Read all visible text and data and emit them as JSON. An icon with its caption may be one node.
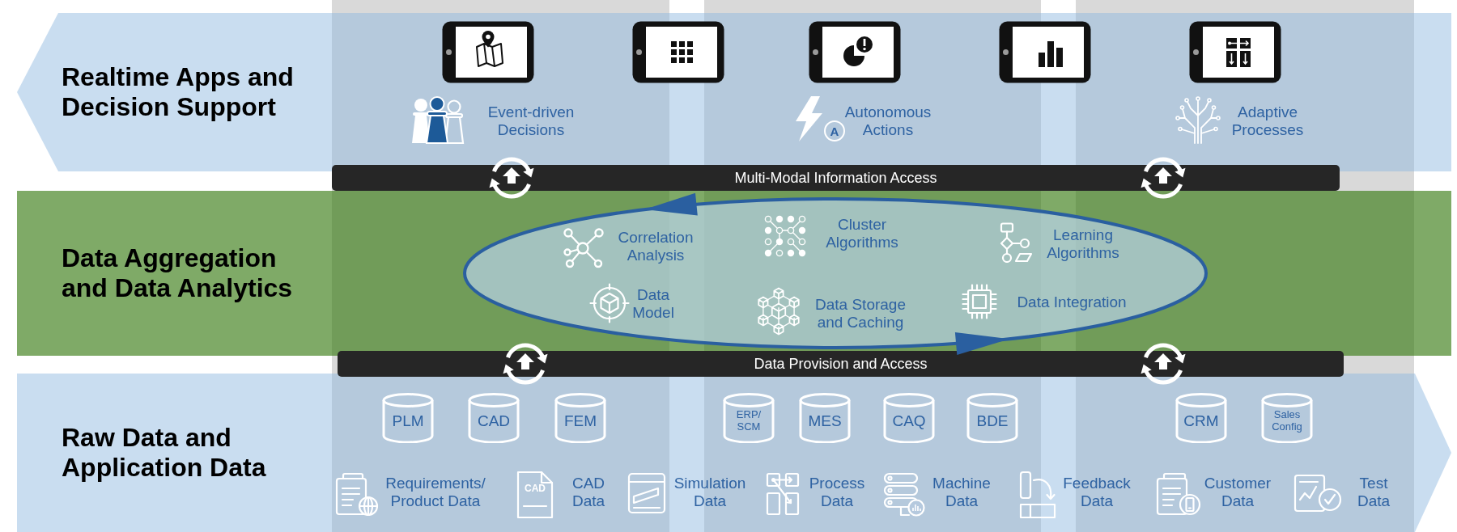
{
  "diagram": {
    "nodes": [
      {
        "text": [
          "Realtime Apps and Decision Support",
          "Event-driven Decisions",
          "Autonomous Actions",
          "Adaptive Processes"
        ]
      },
      {
        "text": [
          "Multi-Modal Information Access"
        ]
      },
      {
        "text": [
          "Data Aggregation and Data Analytics"
        ]
      },
      {
        "text": [
          "Correlation Analysis",
          "Cluster Algorithms",
          "Learning Algorithms",
          "Data Model",
          "Data Storage and Caching",
          "Data Integration"
        ],
        "in": 2
      },
      {
        "text": [
          "Data Provision and Access"
        ]
      },
      {
        "text": [
          "Raw Data and Application Data",
          "Requirements/ Product Data",
          "CAD Data",
          "Simulation Data",
          "Process Data",
          "Machine Data",
          "Feedback Data",
          "Customer Data",
          "Test Data"
        ]
      },
      {
        "text": [
          "PLM"
        ],
        "in": 5
      },
      {
        "text": [
          "CAD"
        ],
        "in": 5
      },
      {
        "text": [
          "FEM"
        ],
        "in": 5
      },
      {
        "text": [
          "ERP/ SCM"
        ],
        "in": 5
      },
      {
        "text": [
          "MES"
        ],
        "in": 5
      },
      {
        "text": [
          "CAQ"
        ],
        "in": 5
      },
      {
        "text": [
          "BDE"
        ],
        "in": 5
      },
      {
        "text": [
          "CRM"
        ],
        "in": 5
      },
      {
        "text": [
          "Sales Config"
        ],
        "in": 5
      }
    ],
    "labels": [
      "A",
      "CAD"
    ]
  }
}
